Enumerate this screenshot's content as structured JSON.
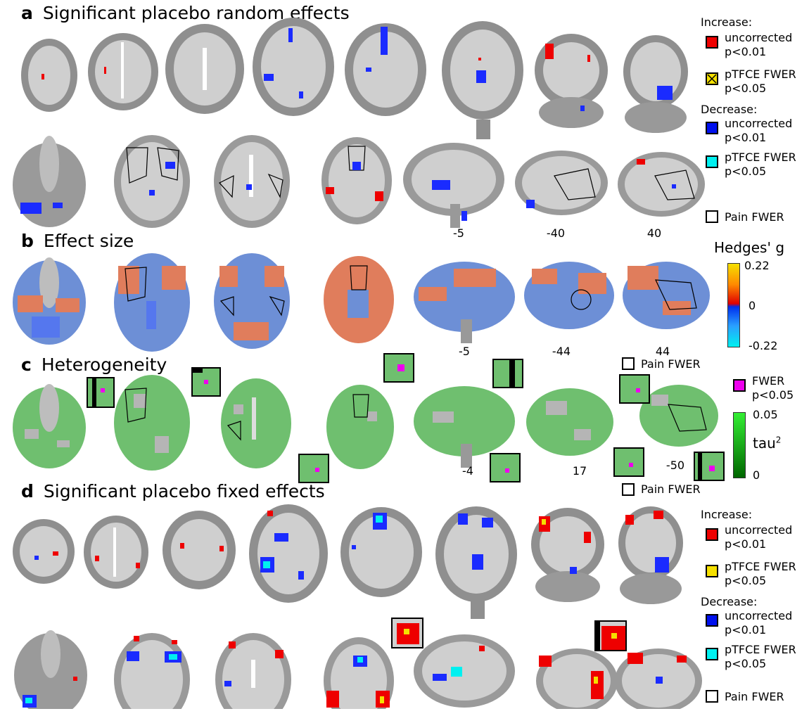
{
  "panels": {
    "a": {
      "letter": "a",
      "title": "Significant placebo random effects"
    },
    "b": {
      "letter": "b",
      "title": "Effect size"
    },
    "c": {
      "letter": "c",
      "title": "Heterogeneity"
    },
    "d": {
      "letter": "d",
      "title": "Significant placebo fixed effects"
    }
  },
  "coords": {
    "a": [
      "-5",
      "-40",
      "40"
    ],
    "b": [
      "-5",
      "-44",
      "44"
    ],
    "c": [
      "-4",
      "17",
      "-50"
    ]
  },
  "legend_a": {
    "increase": "Increase:",
    "inc_uncorrected": "uncorrected\np<0.01",
    "inc_ptfce": "pTFCE FWER\np<0.05",
    "decrease": "Decrease:",
    "dec_uncorrected": "uncorrected\np<0.01",
    "dec_ptfce": "pTFCE FWER\np<0.05",
    "pain": "Pain FWER"
  },
  "legend_b": {
    "title": "Hedges' g",
    "max": "0.22",
    "mid": "0",
    "min": "-0.22"
  },
  "legend_c": {
    "pain_top": "Pain FWER",
    "fwer": "FWER\np<0.05",
    "max": "0.05",
    "tau": "tau",
    "tau_sup": "2",
    "min": "0",
    "pain_bottom": "Pain FWER"
  },
  "legend_d": {
    "increase": "Increase:",
    "inc_uncorrected": "uncorrected\np<0.01",
    "inc_ptfce": "pTFCE FWER\np<0.05",
    "decrease": "Decrease:",
    "dec_uncorrected": "uncorrected\np<0.01",
    "dec_ptfce": "pTFCE FWER\np<0.05",
    "pain": "Pain FWER"
  },
  "colors": {
    "increase_uncorrected": "#ee0000",
    "increase_ptfce": "#f5e000",
    "decrease_uncorrected": "#0010ee",
    "decrease_ptfce": "#00f0f0",
    "fwer_magenta": "#ee00ee",
    "heterogeneity_green": "#33cc33",
    "brain_gray": "#9a9a9a"
  }
}
